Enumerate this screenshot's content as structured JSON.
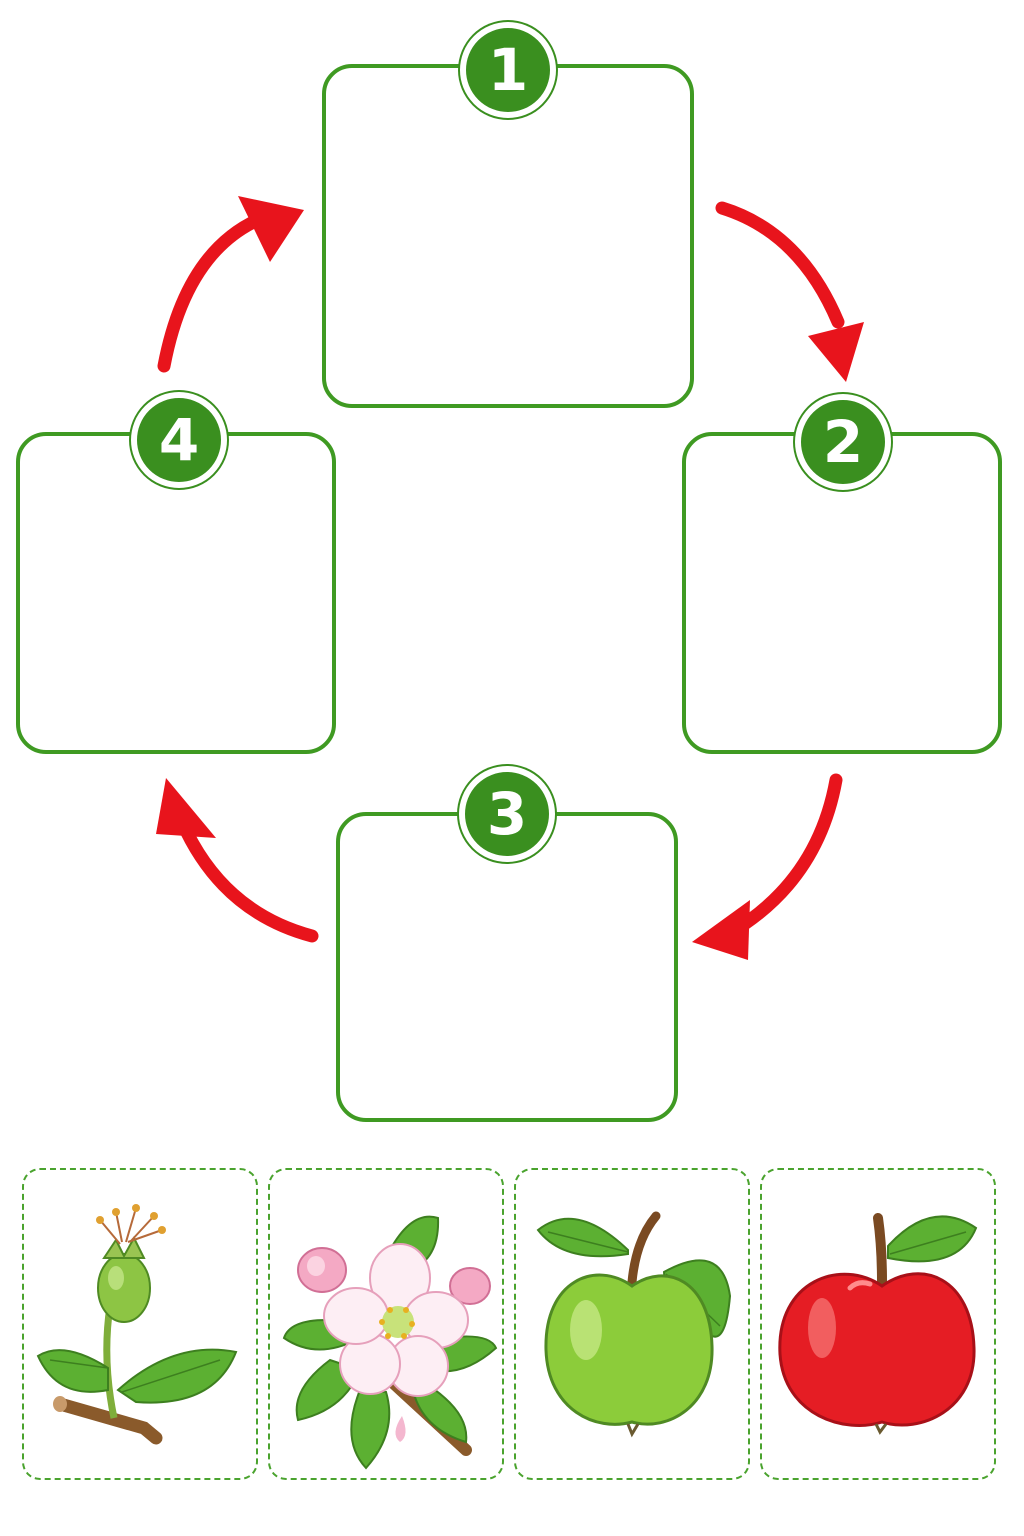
{
  "steps": [
    {
      "badge": "1",
      "stage": "empty-slot"
    },
    {
      "badge": "2",
      "stage": "empty-slot"
    },
    {
      "badge": "3",
      "stage": "empty-slot"
    },
    {
      "badge": "4",
      "stage": "empty-slot"
    }
  ],
  "cards": [
    {
      "picture": "apple-bud-icon"
    },
    {
      "picture": "apple-blossom-icon"
    },
    {
      "picture": "green-apple-icon"
    },
    {
      "picture": "red-apple-icon"
    }
  ],
  "colors": {
    "box_border": "#3f9a22",
    "badge_fill": "#3a8f1f",
    "arrow": "#e8141c",
    "card_border": "#4aa32e"
  }
}
